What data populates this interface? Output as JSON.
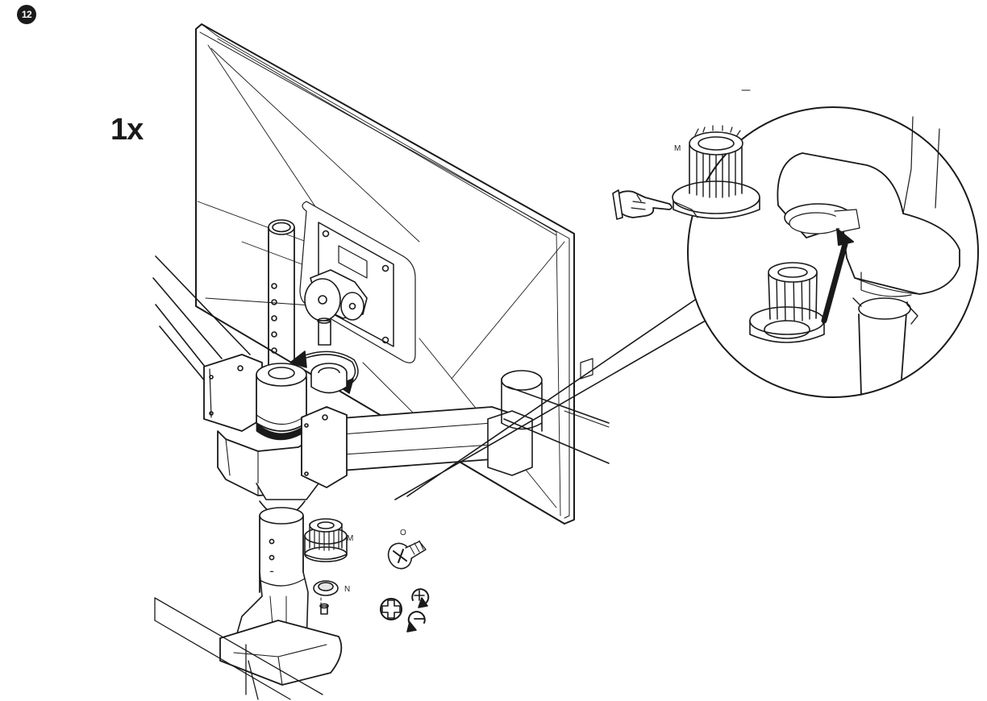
{
  "step": {
    "number": "12"
  },
  "quantity": {
    "label": "1x"
  },
  "parts": {
    "m_detail": "M",
    "m_main": "M",
    "n": "N",
    "o": "O"
  },
  "icons": {
    "step_badge": "step-number-badge",
    "pointing_hand": "pointing-hand-icon",
    "phillips": "phillips-screwdriver-icon",
    "tighten": "rotate-clockwise-plus-icon",
    "loosen": "rotate-counterclockwise-minus-icon",
    "insert_arrow": "insert-direction-arrow",
    "rotate_arrow": "rotate-direction-arrow"
  },
  "colors": {
    "line": "#1a1a1a",
    "fill": "#ffffff",
    "grey": "#e6e6e6"
  }
}
